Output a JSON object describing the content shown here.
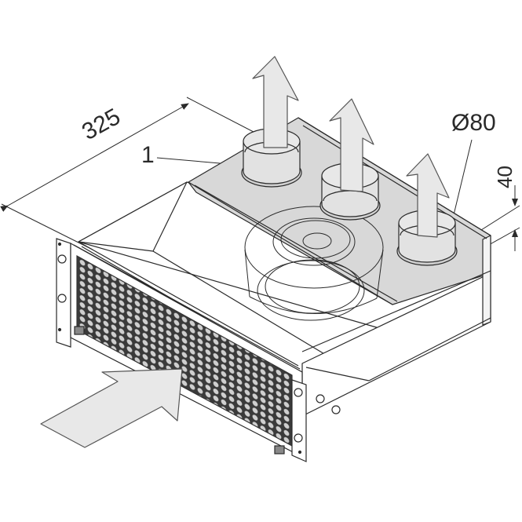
{
  "figure": {
    "subject": "Rack-mount fan unit with perforated front panel and three circular outlets",
    "style": "isometric line drawing",
    "colors": {
      "line": "#2a2a2a",
      "panel_fill": "#d8d8d8",
      "arrow_fill": "#e8e8e8",
      "background": "#ffffff"
    }
  },
  "annotations": {
    "depth_dimension": "325",
    "part_label": "1",
    "outlet_diameter": "Ø80",
    "outlet_height": "40"
  },
  "elements": {
    "airflow_arrows": {
      "intake_count": 1,
      "exhaust_count": 3
    },
    "outlets": [
      {
        "index": 1,
        "label": ""
      },
      {
        "index": 2,
        "label": ""
      },
      {
        "index": 3,
        "label": "Ø80"
      }
    ]
  }
}
